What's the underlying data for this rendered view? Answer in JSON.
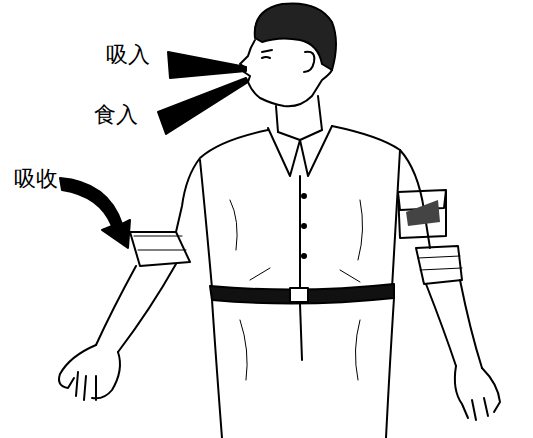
{
  "diagram": {
    "labels": [
      "吸入",
      "食入",
      "吸收"
    ]
  }
}
